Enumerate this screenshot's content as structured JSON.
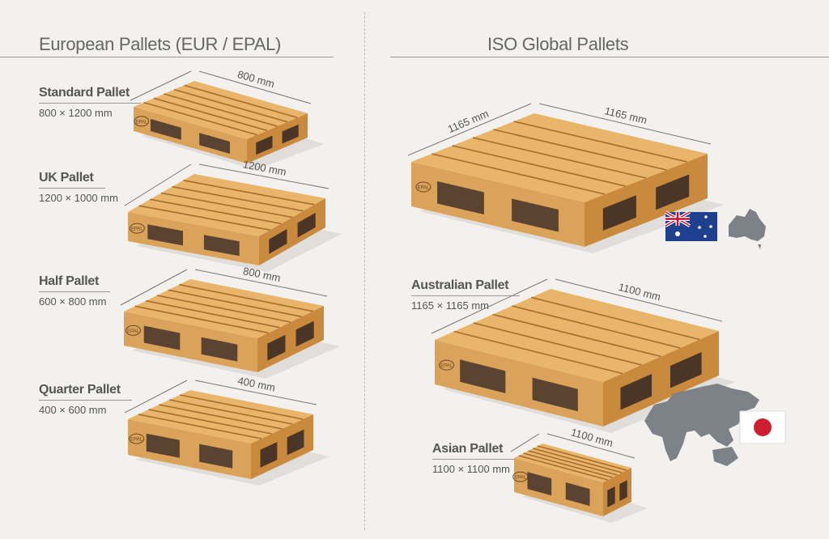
{
  "left_section": {
    "title": "European Pallets (EUR / EPAL)",
    "pallets": [
      {
        "name": "Standard Pallet",
        "dims": "800 × 1200 mm",
        "top_dim": "800 mm"
      },
      {
        "name": "UK Pallet",
        "dims": "1200 × 1000 mm",
        "top_dim": "1200 mm"
      },
      {
        "name": "Half Pallet",
        "dims": "600 × 800 mm",
        "top_dim": "800 mm"
      },
      {
        "name": "Quarter Pallet",
        "dims": "400 × 600 mm",
        "top_dim": "400 mm"
      }
    ]
  },
  "right_section": {
    "title": "ISO Global Pallets",
    "pallets": [
      {
        "name": "",
        "dims": "",
        "top_dim": "1165 mm",
        "side_dim": "1165 mm"
      },
      {
        "name": "Australian Pallet",
        "dims": "1165 × 1165 mm",
        "top_dim": "1100 mm"
      },
      {
        "name": "Asian Pallet",
        "dims": "1100 × 1100 mm",
        "top_dim": "1100 mm"
      }
    ]
  },
  "logo_text": "EPAL",
  "icons": [
    "australia-flag-icon",
    "australia-map-icon",
    "world-map-icon",
    "japan-flag-icon"
  ],
  "colors": {
    "wood": "#e8b56a",
    "wood_dark": "#c98a3e",
    "background": "#f3f1ee",
    "map": "#7d8288"
  }
}
